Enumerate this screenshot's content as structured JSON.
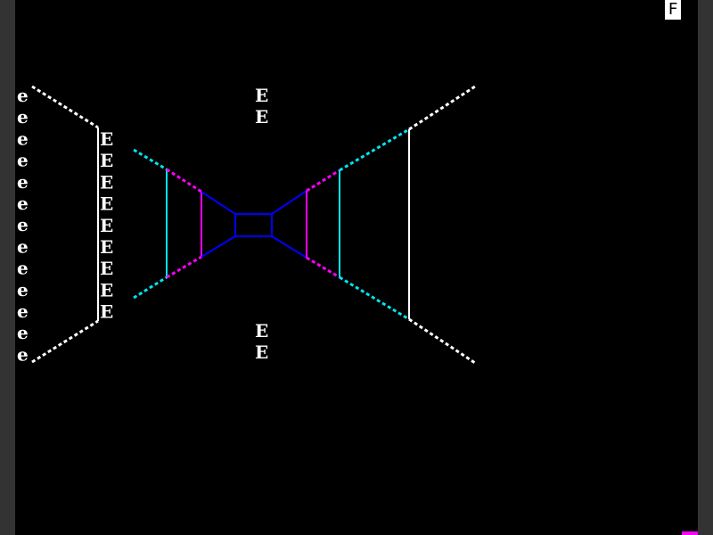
{
  "game": {
    "compass_letter": "F",
    "left_column_glyph": "e",
    "left_column_count": 13,
    "near_wall_glyph": "E",
    "near_wall_count": 9,
    "center_top_glyph": "E",
    "center_top_count": 2,
    "center_bottom_glyph": "E",
    "center_bottom_count": 2
  },
  "colors": {
    "background": "#000000",
    "border": "#333333",
    "near": "#ffffff",
    "mid": "#00e5ee",
    "far": "#ff00ff",
    "farthest": "#0000ff",
    "corner_mark": "#ff00ff"
  }
}
